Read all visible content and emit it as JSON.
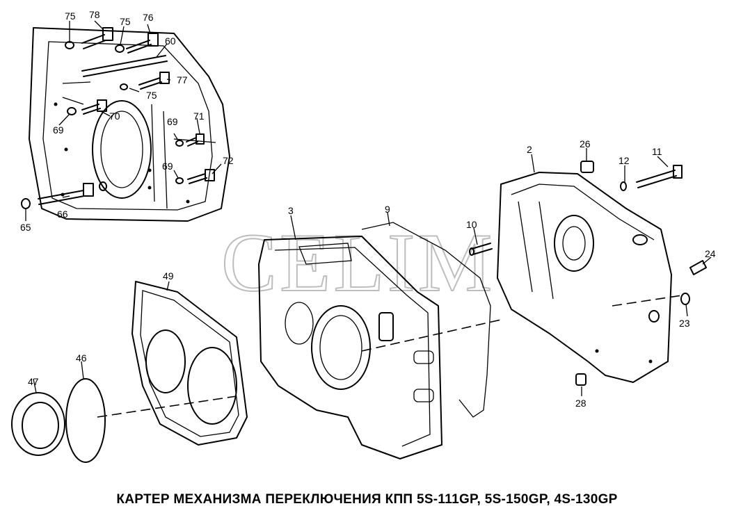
{
  "diagram": {
    "title": "КАРТЕР МЕХАНИЗМА ПЕРЕКЛЮЧЕНИЯ КПП 5S-111GP, 5S-150GP, 4S-130GP",
    "watermark": "CELIM",
    "callouts": {
      "c75a": "75",
      "c78": "78",
      "c75b": "75",
      "c76": "76",
      "c60": "60",
      "c77": "77",
      "c75c": "75",
      "c70": "70",
      "c69a": "69",
      "c71": "71",
      "c69b": "69",
      "c69c": "69",
      "c72": "72",
      "c65": "65",
      "c66": "66",
      "c3": "3",
      "c9": "9",
      "c10": "10",
      "c2": "2",
      "c26": "26",
      "c12": "12",
      "c11": "11",
      "c24": "24",
      "c23": "23",
      "c28": "28",
      "c49": "49",
      "c46": "46",
      "c47": "47"
    }
  }
}
